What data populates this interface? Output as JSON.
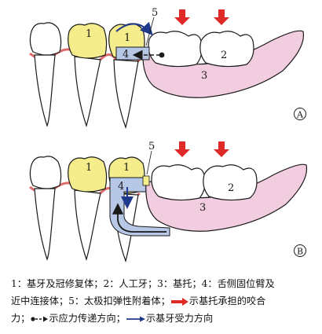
{
  "panels": [
    {
      "id": "A",
      "badge": "A",
      "labels": {
        "abutment_left": "1",
        "abutment_right": "1",
        "artificial_tooth": "2",
        "base": "3",
        "lingual_arm": "4",
        "attachment": "5"
      }
    },
    {
      "id": "B",
      "badge": "B",
      "labels": {
        "abutment_left": "1",
        "abutment_right": "1",
        "artificial_tooth": "2",
        "base": "3",
        "lingual_arm": "4",
        "attachment": "5"
      }
    }
  ],
  "caption": {
    "line1": "1：基牙及冠修复体；2：人工牙；3：基托；4：舌侧固位臂及",
    "line2": "近中连接体；5：太极扣弹性附着体；",
    "line2_tail": "示基托承担的咬合",
    "line3_head": "力；",
    "line3_mid": "示应力传递方向；",
    "line3_tail": "示基牙受力方向"
  },
  "colors": {
    "crown_fill": "#f5ec8c",
    "gum_line": "#e06a6a",
    "base_fill": "#f2cde0",
    "arm_fill": "#b6c8e6",
    "bite_arrow": "#e02a2a",
    "force_arrow": "#1f3a8c",
    "outline": "#1a1a1a"
  }
}
